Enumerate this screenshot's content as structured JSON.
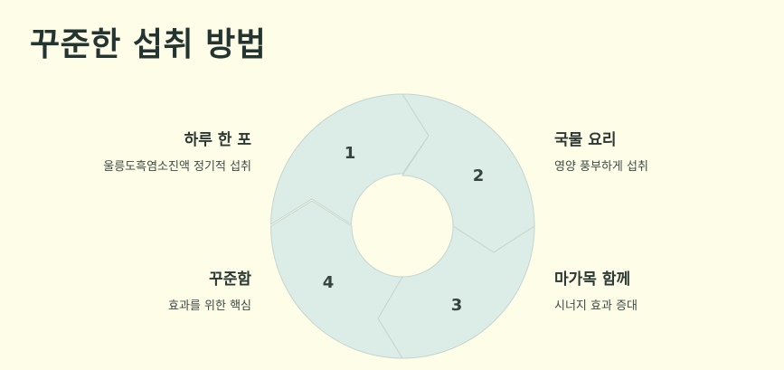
{
  "title": "꾸준한 섭취 방법",
  "cycle": {
    "fill": "#dcece6",
    "stroke": "#c3d6cf",
    "segments": [
      {
        "number": "1",
        "heading": "하루 한 포",
        "description": "울릉도흑염소진액 정기적 섭취"
      },
      {
        "number": "2",
        "heading": "국물 요리",
        "description": "영양 풍부하게 섭취"
      },
      {
        "number": "3",
        "heading": "마가목 함께",
        "description": "시너지 효과 증대"
      },
      {
        "number": "4",
        "heading": "꾸준함",
        "description": "효과를 위한 핵심"
      }
    ]
  }
}
